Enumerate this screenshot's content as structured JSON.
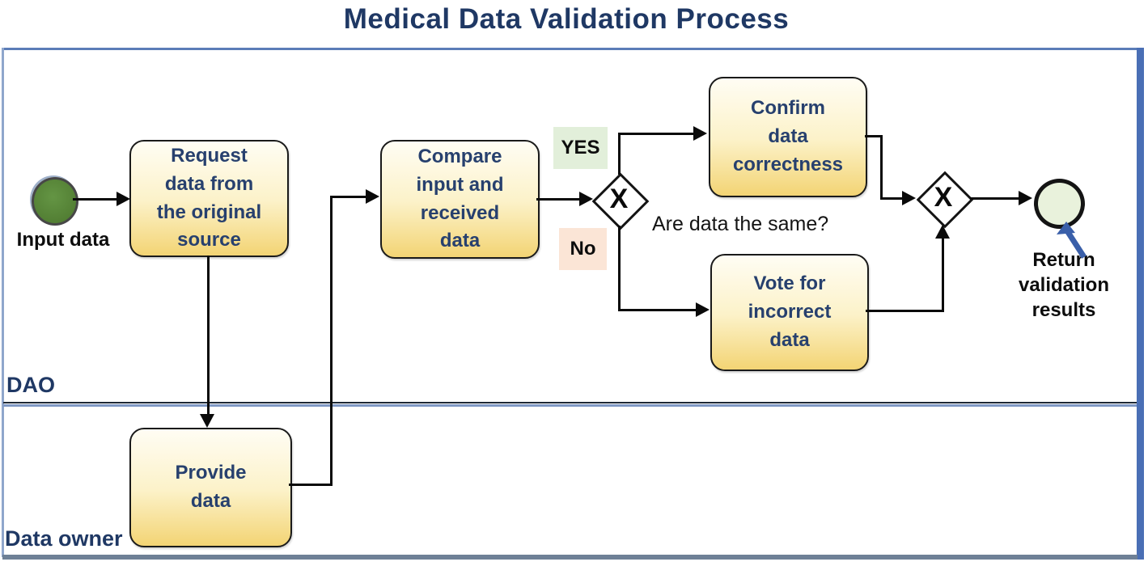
{
  "title": "Medical Data Validation Process",
  "lanes": {
    "dao": "DAO",
    "data_owner": "Data owner"
  },
  "events": {
    "start": {
      "label": "Input data"
    },
    "end": {
      "label": "Return\nvalidation\nresults"
    }
  },
  "tasks": {
    "request": {
      "label": "Request\ndata from\nthe original\nsource"
    },
    "compare": {
      "label": "Compare\ninput and\nreceived\ndata"
    },
    "confirm": {
      "label": "Confirm\ndata\ncorrectness"
    },
    "vote": {
      "label": "Vote for\nincorrect\ndata"
    },
    "provide": {
      "label": "Provide\ndata"
    }
  },
  "gateways": {
    "split": {
      "symbol": "X",
      "question": "Are data the same?",
      "yes_label": "YES",
      "no_label": "No"
    },
    "merge": {
      "symbol": "X"
    }
  },
  "colors": {
    "title_text": "#1f3864",
    "task_text": "#27406e",
    "task_fill_top": "#fffdf4",
    "task_fill_bottom": "#f3d474",
    "task_border": "#1a1a1a",
    "yes_bg": "#e2efda",
    "no_bg": "#fbe5d6",
    "start_fill": "#578638",
    "end_fill": "#e9f2dc",
    "pool_border_blue": "#4a6fb5",
    "lane_divider_blue": "#7f99c4",
    "flow": "#0a0a0a",
    "annotation_arrow": "#3a5fa9"
  }
}
